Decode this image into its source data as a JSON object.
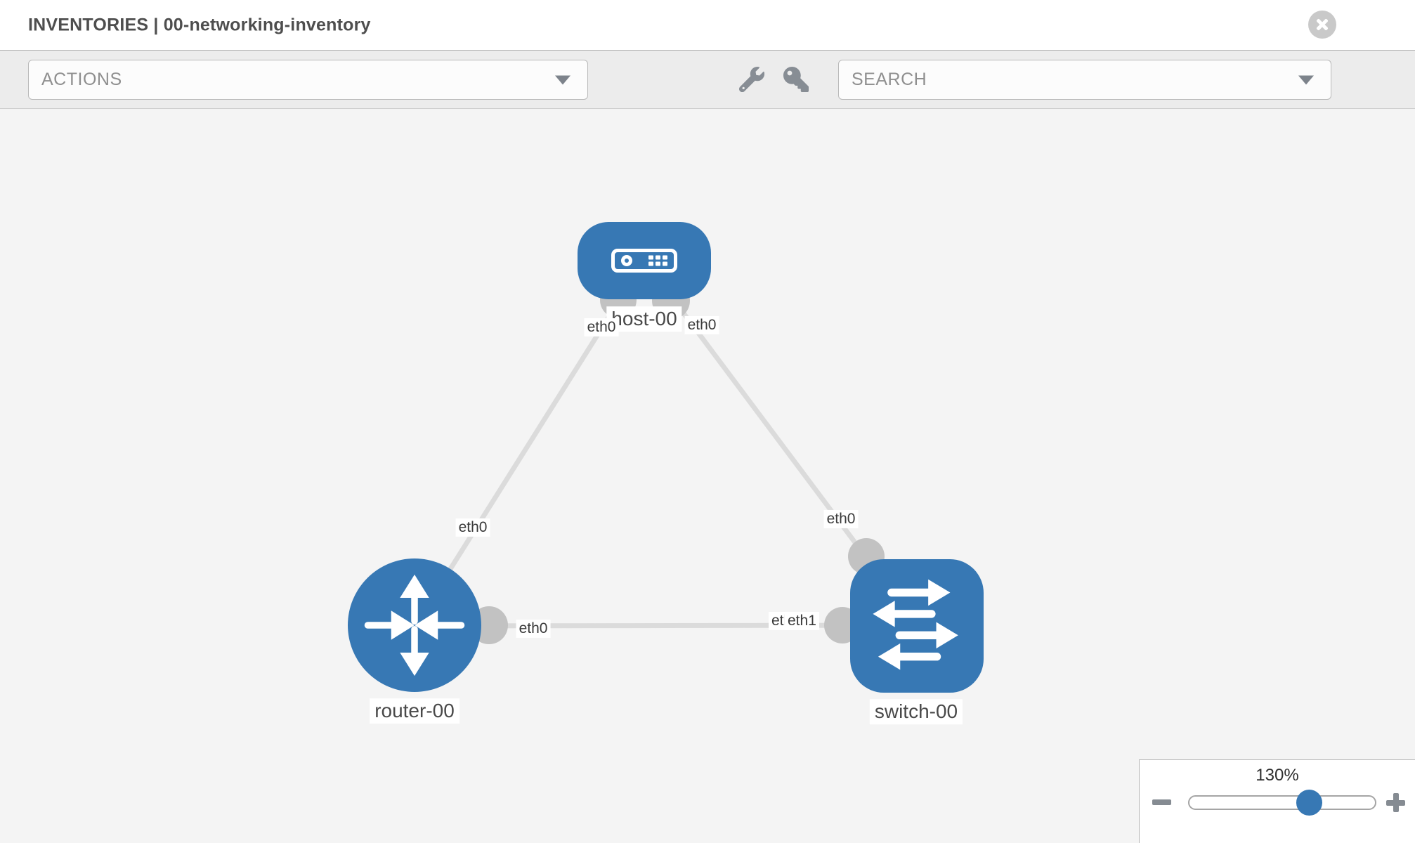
{
  "window": {
    "title": "INVENTORIES | 00-networking-inventory"
  },
  "toolbar": {
    "actions_label": "ACTIONS",
    "search_placeholder": "SEARCH",
    "icons": [
      "wrench-icon",
      "key-icon"
    ]
  },
  "diagram": {
    "nodes": [
      {
        "id": "host-00",
        "type": "host",
        "label": "host-00"
      },
      {
        "id": "router-00",
        "type": "router",
        "label": "router-00"
      },
      {
        "id": "switch-00",
        "type": "switch",
        "label": "switch-00"
      }
    ],
    "links": [
      {
        "from": "host-00",
        "to": "router-00",
        "from_interface": "eth0",
        "to_interface": "eth0"
      },
      {
        "from": "host-00",
        "to": "switch-00",
        "from_interface": "eth0",
        "to_interface": "eth0"
      },
      {
        "from": "router-00",
        "to": "switch-00",
        "from_interface": "eth0",
        "to_interface": "eth1",
        "to_interface_overlapped": "eth0"
      }
    ]
  },
  "zoom": {
    "level": "130%"
  },
  "colors": {
    "node_blue": "#3778b4",
    "link_gray": "#dbdbdb",
    "interface_dot_gray": "#c2c2c2",
    "canvas_bg": "#f4f4f4",
    "toolbar_bg": "#ececec"
  }
}
